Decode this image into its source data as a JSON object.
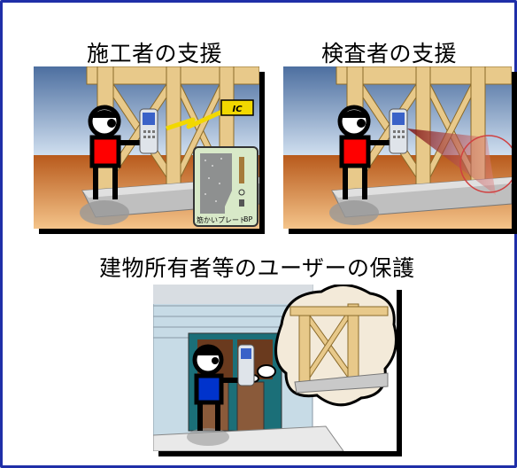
{
  "captions": {
    "builder_support": "施工者の支援",
    "inspector_support": "検査者の支援",
    "owner_protection": "建物所有者等のユーザーの保護"
  },
  "tags": {
    "ic_tag": "IC"
  },
  "plate": {
    "name_label": "筋かいプレート",
    "code_label": "BP"
  },
  "colors": {
    "frame_border": "#1f2fa8",
    "builder_shirt": "#ff0000",
    "inspector_shirt": "#ff0000",
    "owner_shirt": "#0033cc",
    "ic_tag": "#f2d800",
    "signal_bolt": "#f2d800",
    "inspection_beam": "#a02020"
  }
}
